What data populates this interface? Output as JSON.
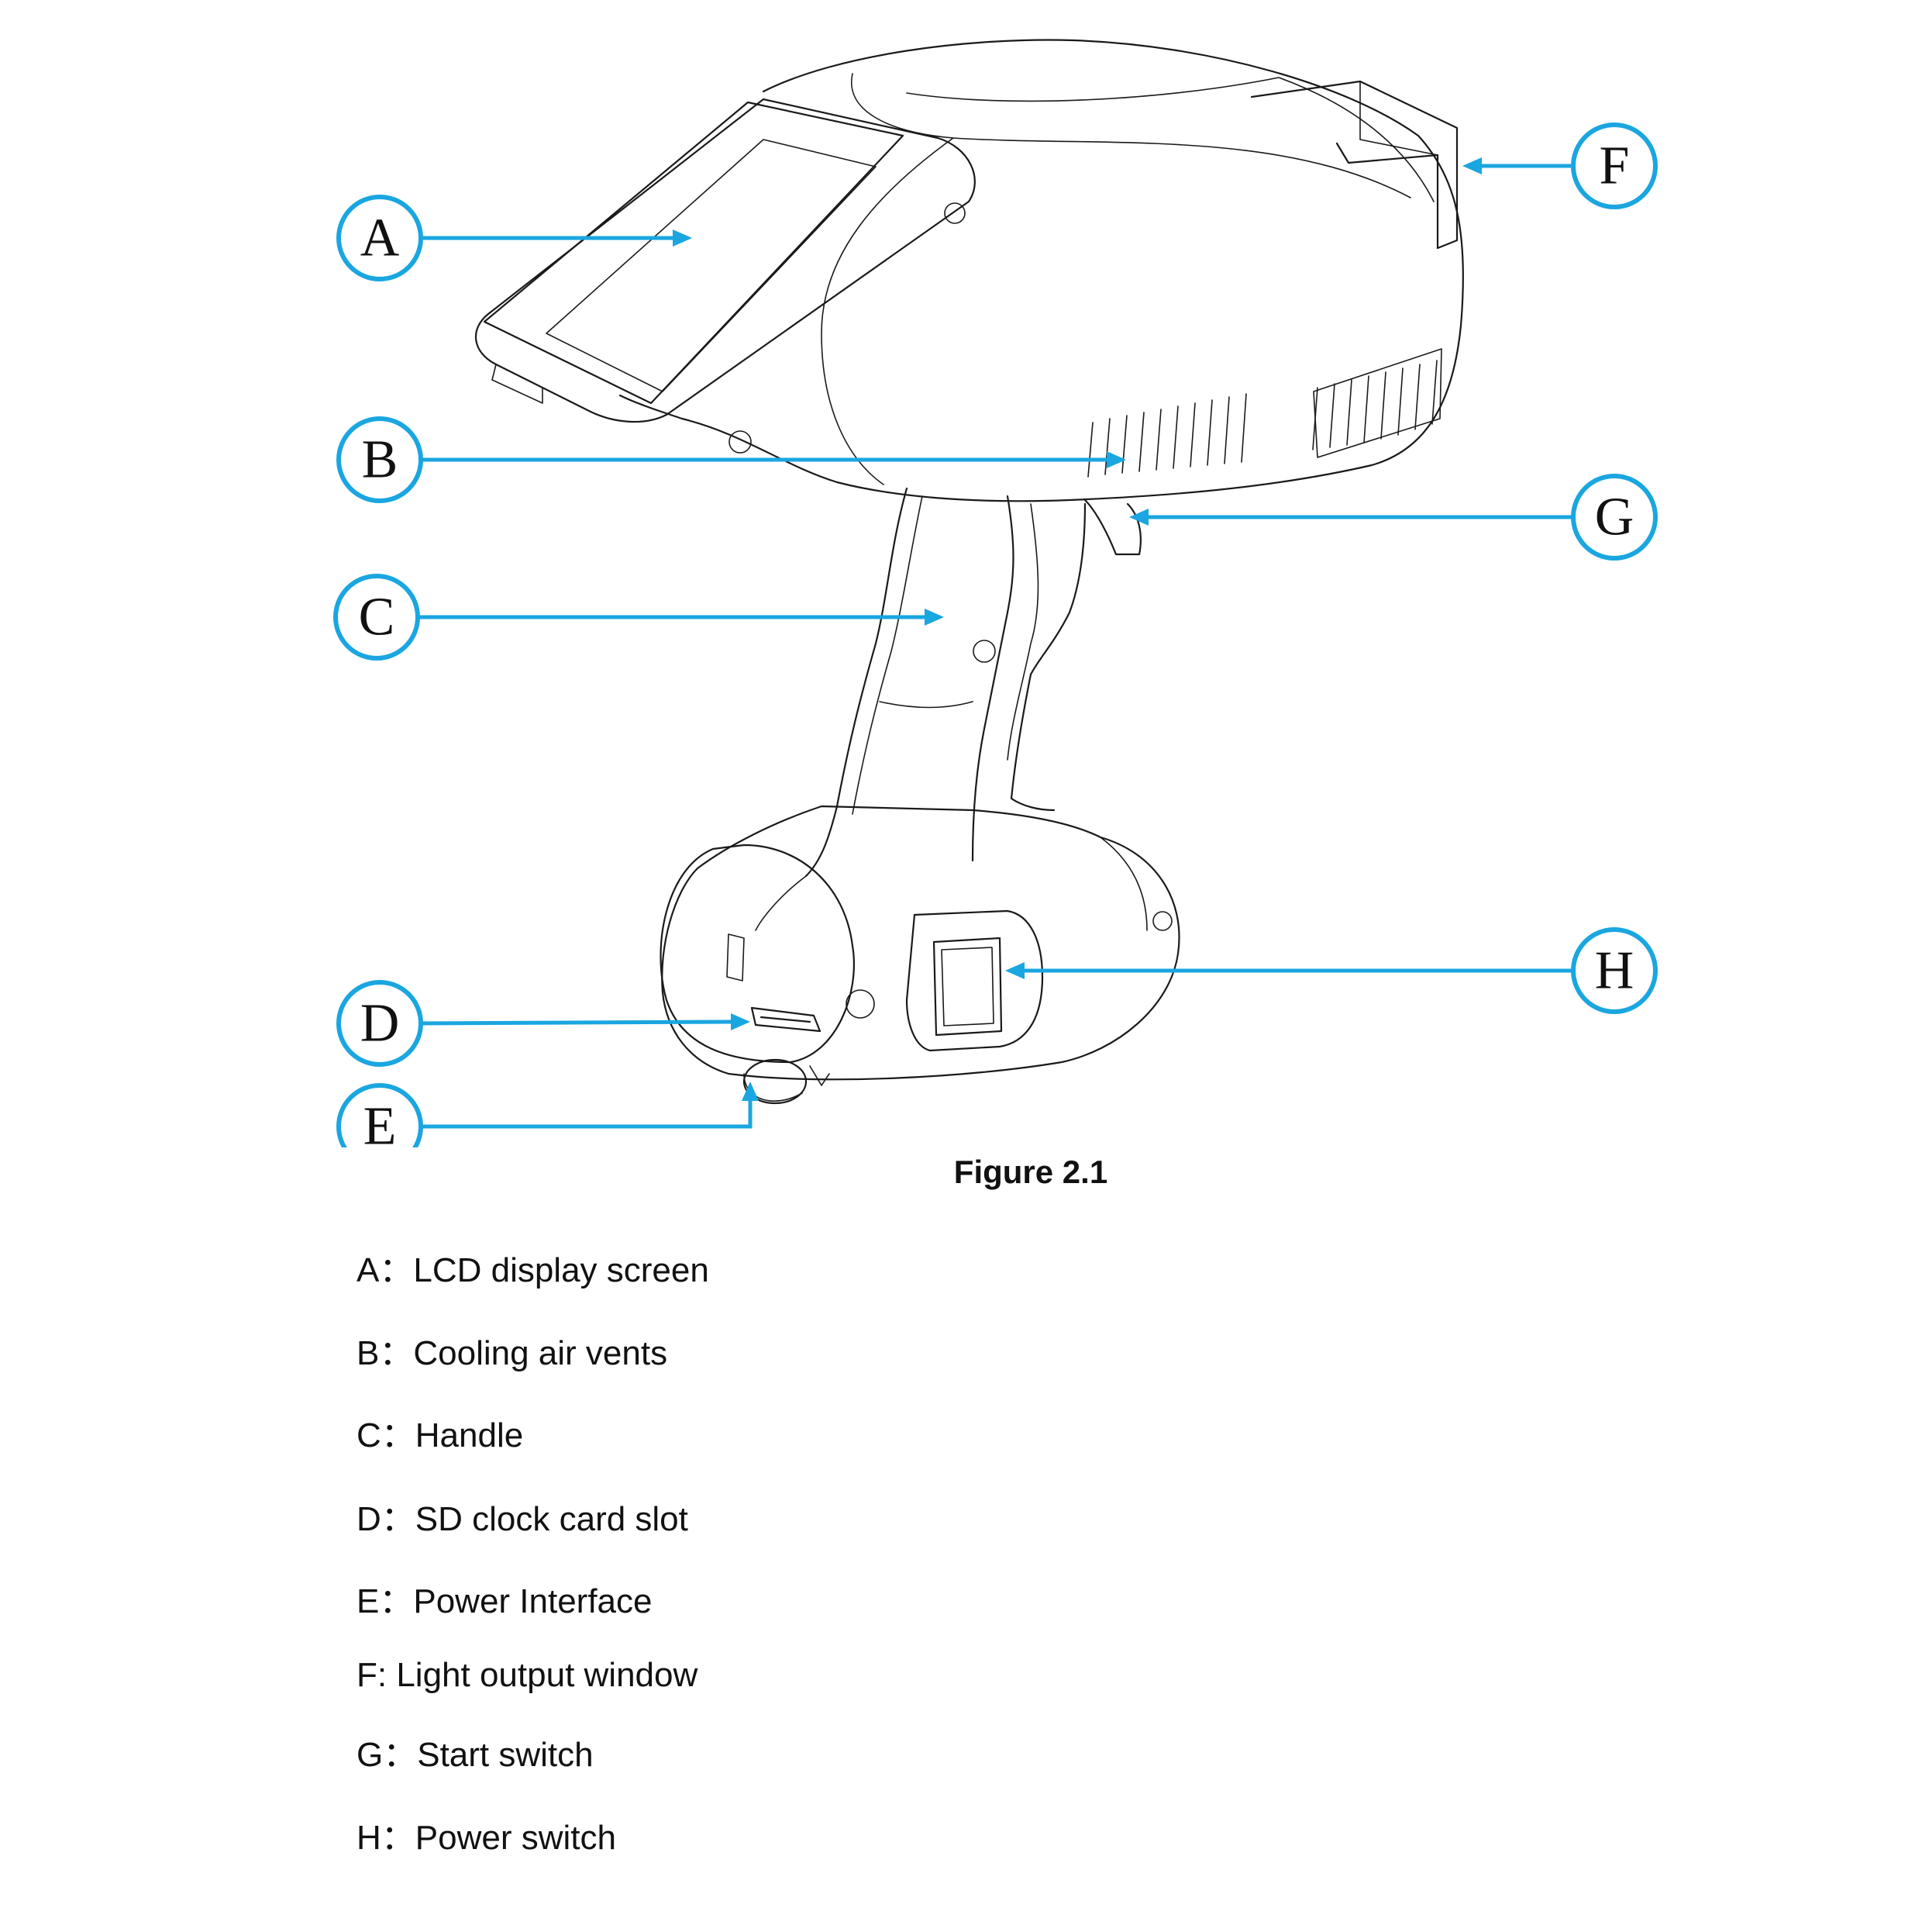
{
  "figure": {
    "caption": "Figure 2.1"
  },
  "callouts": [
    {
      "letter": "A",
      "target": "lcd-display-screen"
    },
    {
      "letter": "B",
      "target": "cooling-air-vents"
    },
    {
      "letter": "C",
      "target": "handle"
    },
    {
      "letter": "D",
      "target": "sd-clock-card-slot"
    },
    {
      "letter": "E",
      "target": "power-interface"
    },
    {
      "letter": "F",
      "target": "light-output-window"
    },
    {
      "letter": "G",
      "target": "start-switch"
    },
    {
      "letter": "H",
      "target": "power-switch"
    }
  ],
  "legend": [
    {
      "text": "A：LCD display screen"
    },
    {
      "text": "B：Cooling air vents"
    },
    {
      "text": "C：Handle"
    },
    {
      "text": "D：SD clock card slot"
    },
    {
      "text": "E：Power Interface"
    },
    {
      "text": "F: Light output window"
    },
    {
      "text": "G：Start switch"
    },
    {
      "text": "H：Power switch"
    }
  ],
  "colors": {
    "callout": "#1aa6e0",
    "outline": "#1a1a1a",
    "text": "#111111"
  }
}
